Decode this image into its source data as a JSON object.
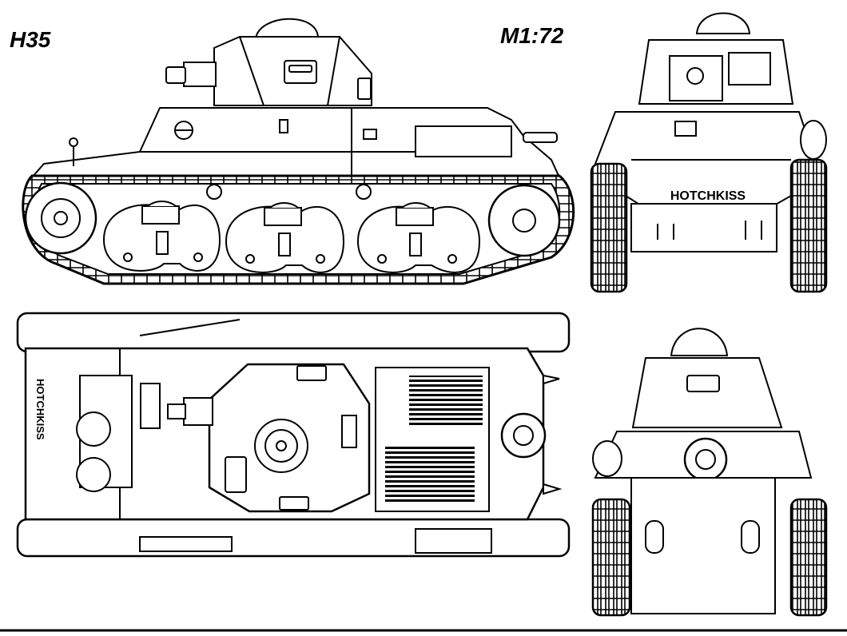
{
  "drawing": {
    "model": "H35",
    "scale": "M1:72",
    "front_marking": "HOTCHKISS",
    "top_marking": "HOTCHKISS"
  }
}
